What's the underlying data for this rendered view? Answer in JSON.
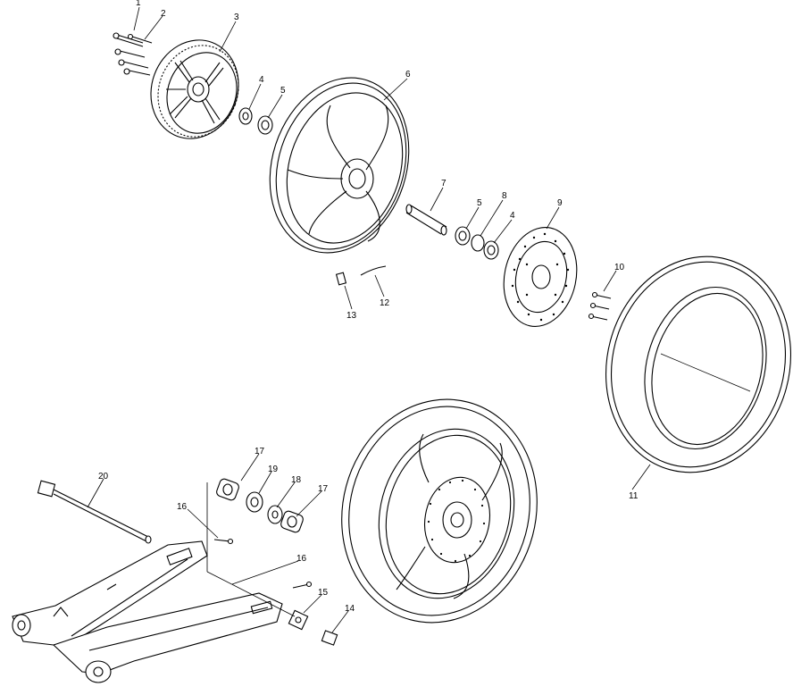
{
  "callouts": {
    "c1": "1",
    "c2": "2",
    "c3": "3",
    "c4a": "4",
    "c5a": "5",
    "c6": "6",
    "c7": "7",
    "c5b": "5",
    "c8": "8",
    "c4b": "4",
    "c9": "9",
    "c10": "10",
    "c11": "11",
    "c12": "12",
    "c13": "13",
    "c20": "20",
    "c17a": "17",
    "c19": "19",
    "c18": "18",
    "c17b": "17",
    "c16a": "16",
    "c16b": "16",
    "c15": "15",
    "c14": "14"
  }
}
